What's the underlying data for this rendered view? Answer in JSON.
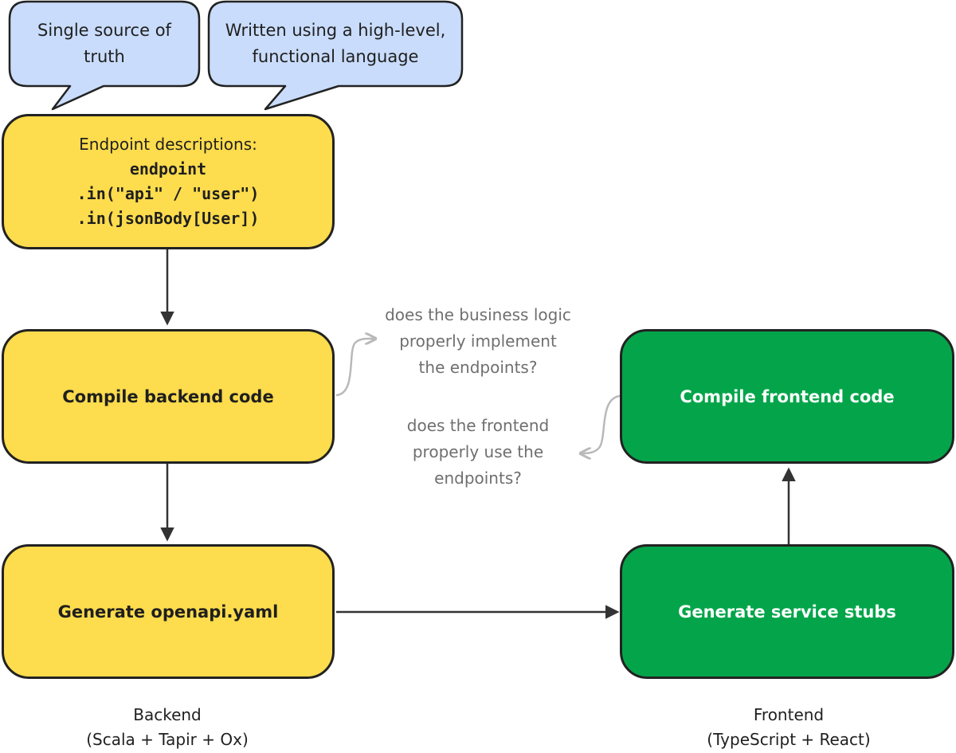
{
  "callouts": {
    "left": [
      "Single source of",
      "truth"
    ],
    "right": [
      "Written using a high-level,",
      "functional language"
    ]
  },
  "endpoint_box": {
    "caption": "Endpoint descriptions:",
    "code": [
      "endpoint",
      ".in(\"api\" / \"user\")",
      ".in(jsonBody[User])"
    ]
  },
  "boxes": {
    "compile_backend": "Compile backend code",
    "generate_openapi": "Generate openapi.yaml",
    "compile_frontend": "Compile frontend code",
    "generate_stubs": "Generate service stubs"
  },
  "notes": {
    "business_logic": [
      "does the business logic",
      "properly implement",
      "the endpoints?"
    ],
    "frontend_usage": [
      "does the frontend",
      "properly use the",
      "endpoints?"
    ]
  },
  "footers": {
    "backend": [
      "Backend",
      "(Scala + Tapir + Ox)"
    ],
    "frontend": [
      "Frontend",
      "(TypeScript + React)"
    ]
  },
  "colors": {
    "callout_fill": "#c9dcfb",
    "backend_fill": "#fddc4d",
    "frontend_fill": "#04a54a",
    "stroke": "#222222",
    "note_text": "#6f6f6f",
    "note_arrow": "#b9b9b9"
  }
}
